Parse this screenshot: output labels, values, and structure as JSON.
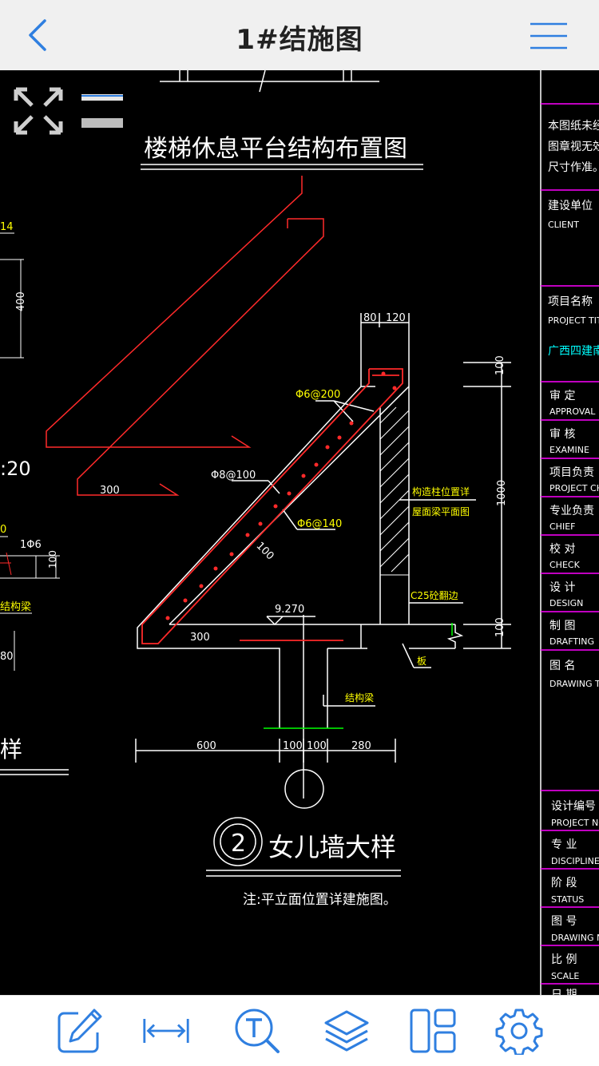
{
  "header": {
    "title": "1#结施图"
  },
  "overlay": {
    "fullscreen_icon": "expand-arrows-icon",
    "layers_icon": "layers-bars-icon"
  },
  "drawing": {
    "plan_title": "楼梯休息平台结构布置图",
    "left_labels": {
      "dim_14": "14",
      "dim_400": "400",
      "scale_20": ":20",
      "l0": "0",
      "phi6": "1Φ6",
      "dim_100": "100",
      "struct_beam": "结构梁",
      "dim_80": "80",
      "detail_char": "样"
    },
    "stair_dims": {
      "d300a": "300"
    },
    "parapet": {
      "dim_80": "80",
      "dim_120": "120",
      "rebar_top": "Φ6@200",
      "rebar_main": "Φ8@100",
      "rebar_dist": "Φ6@140",
      "dim_100_diag": "100",
      "col_note_1": "构造柱位置详",
      "col_note_2": "屋面梁平面图",
      "concrete": "C25砼翻边",
      "slab": "板",
      "elev": "9.270",
      "dim_300": "300",
      "beam": "结构梁",
      "d600": "600",
      "d100a": "100",
      "d100b": "100",
      "d280": "280",
      "right_100_top": "100",
      "right_1000": "1000",
      "right_100_bot": "100"
    },
    "detail_no": "2",
    "detail_title": "女儿墙大样",
    "note": "注:平立面位置详建施图。"
  },
  "title_block": {
    "notice": [
      "本图纸未经本",
      "图章视无效。",
      "尺寸作准。如"
    ],
    "client_cn": "建设单位",
    "client_en": "CLIENT",
    "project_cn": "项目名称",
    "project_en": "PROJECT TIT",
    "project_value": "广西四建南宁",
    "rows": [
      {
        "cn": "审  定",
        "en": "APPROVAL"
      },
      {
        "cn": "审  核",
        "en": "EXAMINE"
      },
      {
        "cn": "项目负责",
        "en": "PROJECT CHI"
      },
      {
        "cn": "专业负责",
        "en": "CHIEF"
      },
      {
        "cn": "校  对",
        "en": "CHECK"
      },
      {
        "cn": "设  计",
        "en": "DESIGN"
      },
      {
        "cn": "制  图",
        "en": "DRAFTING"
      },
      {
        "cn": "图  名",
        "en": "DRAWING TIT"
      }
    ],
    "rows2": [
      {
        "cn": "设计编号",
        "en": "PROJECT NO"
      },
      {
        "cn": "专  业",
        "en": "DISCIPLINE"
      },
      {
        "cn": "阶  段",
        "en": "STATUS"
      },
      {
        "cn": "图  号",
        "en": "DRAWING No"
      },
      {
        "cn": "比  例",
        "en": "SCALE"
      },
      {
        "cn": "日  期",
        "en": ""
      }
    ]
  },
  "toolbar": {
    "tools": [
      {
        "name": "edit-tool",
        "icon": "pencil-square-icon"
      },
      {
        "name": "measure-tool",
        "icon": "measure-arrow-icon"
      },
      {
        "name": "text-search-tool",
        "icon": "text-search-icon"
      },
      {
        "name": "layers-tool",
        "icon": "layers-icon"
      },
      {
        "name": "layout-tool",
        "icon": "layout-icon"
      },
      {
        "name": "settings-tool",
        "icon": "gear-icon"
      }
    ]
  },
  "colors": {
    "accent": "#2f7fe0",
    "cad_white": "#ffffff",
    "cad_yellow": "#ffff00",
    "cad_red": "#ff2a2a",
    "cad_magenta": "#ff00ff",
    "cad_cyan": "#00ffff",
    "cad_green": "#00ff00"
  }
}
